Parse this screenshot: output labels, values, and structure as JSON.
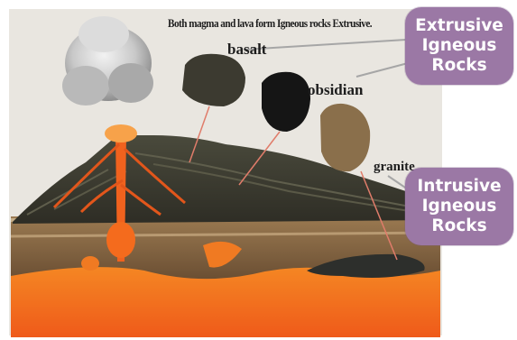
{
  "caption": "Both magma and lava form Igneous rocks Extrusive.",
  "rock_labels": {
    "basalt": "basalt",
    "obsidian": "obsidian",
    "granite": "granite"
  },
  "callouts": {
    "extrusive": [
      "Extrusive",
      "Igneous",
      "Rocks"
    ],
    "intrusive": [
      "Intrusive",
      "Igneous",
      "Rocks"
    ]
  },
  "colors": {
    "callout_fill": "#9b78a5",
    "lava": "#f26a1b",
    "magma_glow": "#ffb347",
    "rock_dark": "#2b2a25",
    "earth_brown": "#7a5a3a"
  }
}
